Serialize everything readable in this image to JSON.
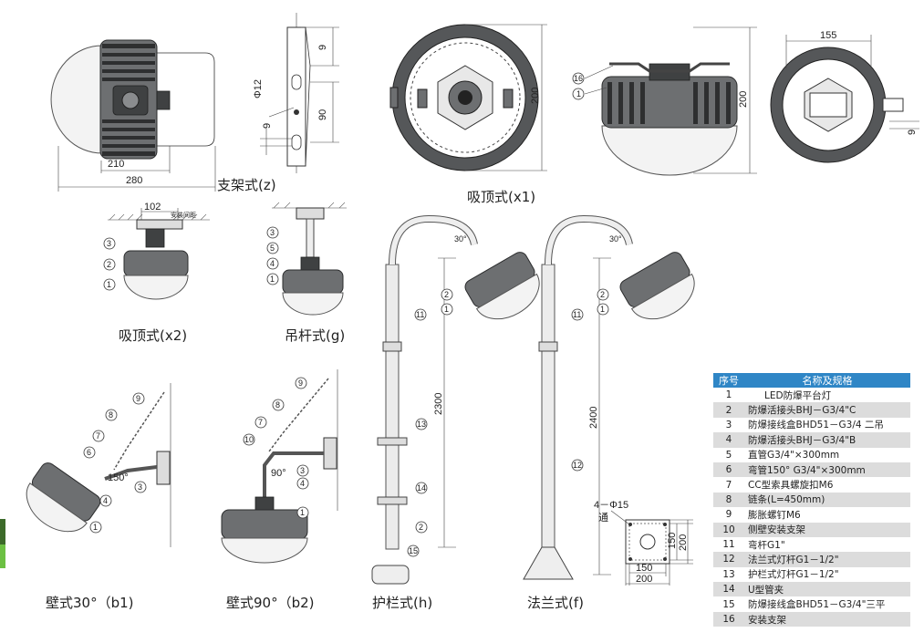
{
  "captions": {
    "z": "支架式(z)",
    "x1": "吸顶式(x1)",
    "x2": "吸顶式(x2)",
    "g": "吊杆式(g)",
    "b1": "壁式30°（b1)",
    "b2": "壁式90°（b2)",
    "h": "护栏式(h)",
    "f": "法兰式(f)"
  },
  "dimensions": {
    "z_210": "210",
    "z_280": "280",
    "phi12": "Φ12",
    "d9a": "9",
    "d90": "90",
    "d9b": "9",
    "x1_200": "200",
    "x1b_200": "200",
    "d155": "155",
    "d9c": "9",
    "d102": "102",
    "install_pitch": "安装间距",
    "d30a": "30°",
    "d30b": "30°",
    "d2300": "2300",
    "d2400": "2400",
    "d150a": "150°",
    "d90deg": "90°",
    "hole": "4－Φ15",
    "through": "通",
    "f150v": "150",
    "f200v": "200",
    "f150h": "150",
    "f200h": "200"
  },
  "callouts": {
    "n1": "1",
    "n2": "2",
    "n3": "3",
    "n4": "4",
    "n5": "5",
    "n6": "6",
    "n7": "7",
    "n8": "8",
    "n9": "9",
    "n10": "10",
    "n11": "11",
    "n12": "12",
    "n13": "13",
    "n14": "14",
    "n15": "15",
    "n16": "16"
  },
  "parts_table": {
    "header_index": "序号",
    "header_name": "名称及规格",
    "rows": [
      {
        "idx": "1",
        "name": "LED防爆平台灯"
      },
      {
        "idx": "2",
        "name": "防爆活接头BHJ－G3/4\"C"
      },
      {
        "idx": "3",
        "name": "防爆接线盒BHD51－G3/4 二吊"
      },
      {
        "idx": "4",
        "name": "防爆活接头BHJ－G3/4\"B"
      },
      {
        "idx": "5",
        "name": "直管G3/4\"×300mm"
      },
      {
        "idx": "6",
        "name": "弯管150° G3/4\"×300mm"
      },
      {
        "idx": "7",
        "name": "CC型索具螺旋扣M6"
      },
      {
        "idx": "8",
        "name": "链条(L=450mm)"
      },
      {
        "idx": "9",
        "name": "膨胀螺钉M6"
      },
      {
        "idx": "10",
        "name": "侧壁安装支架"
      },
      {
        "idx": "11",
        "name": "弯杆G1\""
      },
      {
        "idx": "12",
        "name": "法兰式灯杆G1－1/2\""
      },
      {
        "idx": "13",
        "name": "护栏式灯杆G1－1/2\""
      },
      {
        "idx": "14",
        "name": "U型管夹"
      },
      {
        "idx": "15",
        "name": "防爆接线盒BHD51－G3/4\"三平"
      },
      {
        "idx": "16",
        "name": "安装支架"
      }
    ]
  },
  "colors": {
    "table_header": "#2f86c6",
    "row_shade": "#dcdcdc",
    "lamp_body": "#6d6f71"
  }
}
